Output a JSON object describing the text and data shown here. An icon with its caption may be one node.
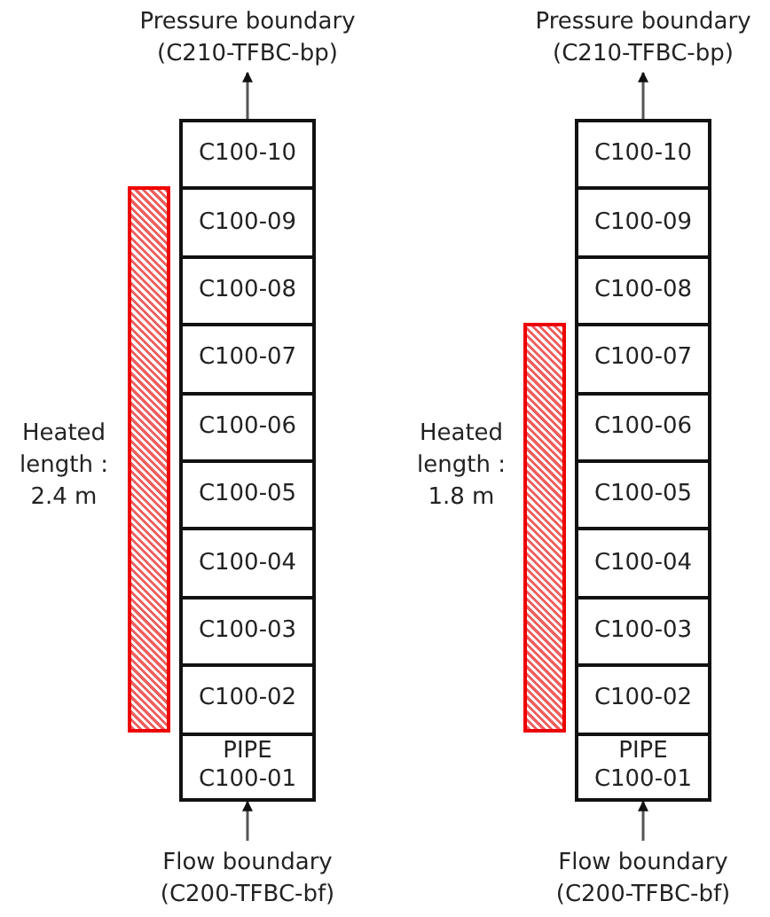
{
  "diagram": {
    "nodes": [
      {
        "text": [
          "Pressure boundary (C210-TFBC-bp)"
        ]
      },
      {
        "text": [
          "C100-10"
        ]
      },
      {
        "text": [
          "C100-09"
        ]
      },
      {
        "text": [
          "C100-08"
        ]
      },
      {
        "text": [
          "C100-07"
        ]
      },
      {
        "text": [
          "C100-06"
        ]
      },
      {
        "text": [
          "C100-05"
        ]
      },
      {
        "text": [
          "C100-04"
        ]
      },
      {
        "text": [
          "C100-03"
        ]
      },
      {
        "text": [
          "C100-02"
        ]
      },
      {
        "text": [
          "PIPE C100-01"
        ]
      },
      {
        "text": [
          "Flow boundary (C200-TFBC-bf)"
        ]
      },
      {
        "text": [],
        "shape": "bar",
        "beside": [
          "Heated length : 2.4 m"
        ]
      },
      {
        "text": [
          "Pressure boundary (C210-TFBC-bp)"
        ]
      },
      {
        "text": [
          "C100-10"
        ]
      },
      {
        "text": [
          "C100-09"
        ]
      },
      {
        "text": [
          "C100-08"
        ]
      },
      {
        "text": [
          "C100-07"
        ]
      },
      {
        "text": [
          "C100-06"
        ]
      },
      {
        "text": [
          "C100-05"
        ]
      },
      {
        "text": [
          "C100-04"
        ]
      },
      {
        "text": [
          "C100-03"
        ]
      },
      {
        "text": [
          "C100-02"
        ]
      },
      {
        "text": [
          "PIPE C100-01"
        ]
      },
      {
        "text": [
          "Flow boundary (C200-TFBC-bf)"
        ]
      },
      {
        "text": [],
        "shape": "bar",
        "beside": [
          "Heated length : 1.8 m"
        ]
      }
    ],
    "edges": [
      {
        "from": 1,
        "to": 0,
        "arrow": "to"
      },
      {
        "from": 11,
        "to": 10,
        "arrow": "to"
      },
      {
        "from": 14,
        "to": 13,
        "arrow": "to"
      },
      {
        "from": 24,
        "to": 23,
        "arrow": "to"
      }
    ]
  }
}
